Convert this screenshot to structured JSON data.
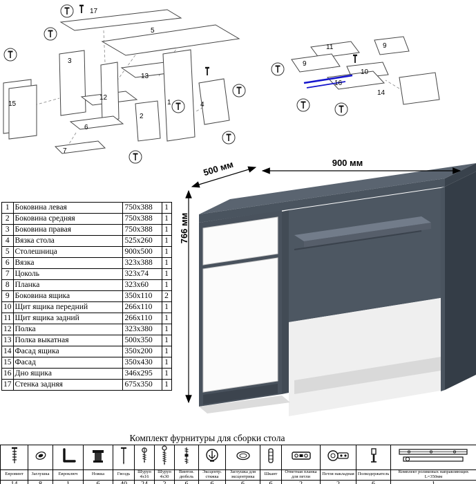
{
  "parts": {
    "rows": [
      {
        "n": "1",
        "name": "Боковина левая",
        "size": "750x388",
        "qty": "1"
      },
      {
        "n": "2",
        "name": "Боковина средняя",
        "size": "750x388",
        "qty": "1"
      },
      {
        "n": "3",
        "name": "Боковина правая",
        "size": "750x388",
        "qty": "1"
      },
      {
        "n": "4",
        "name": "Вязка стола",
        "size": "525x260",
        "qty": "1"
      },
      {
        "n": "5",
        "name": "Столешница",
        "size": "900x500",
        "qty": "1"
      },
      {
        "n": "6",
        "name": "Вязка",
        "size": "323x388",
        "qty": "1"
      },
      {
        "n": "7",
        "name": "Цоколь",
        "size": "323x74",
        "qty": "1"
      },
      {
        "n": "8",
        "name": "Планка",
        "size": "323x60",
        "qty": "1"
      },
      {
        "n": "9",
        "name": "Боковина ящика",
        "size": "350x110",
        "qty": "2"
      },
      {
        "n": "10",
        "name": "Щит ящика передний",
        "size": "266x110",
        "qty": "1"
      },
      {
        "n": "11",
        "name": "Щит ящика задний",
        "size": "266x110",
        "qty": "1"
      },
      {
        "n": "12",
        "name": "Полка",
        "size": "323x380",
        "qty": "1"
      },
      {
        "n": "13",
        "name": "Полка выкатная",
        "size": "500x350",
        "qty": "1"
      },
      {
        "n": "14",
        "name": "Фасад ящика",
        "size": "350x200",
        "qty": "1"
      },
      {
        "n": "15",
        "name": "Фасад",
        "size": "350x430",
        "qty": "1"
      },
      {
        "n": "16",
        "name": "Дно ящика",
        "size": "346x295",
        "qty": "1"
      },
      {
        "n": "17",
        "name": "Стенка задняя",
        "size": "675x350",
        "qty": "1"
      }
    ]
  },
  "desk": {
    "width_label": "900 мм",
    "depth_label": "500 мм",
    "height_label": "766 мм",
    "body_color": "#49525d",
    "front_color": "#fbfbfb"
  },
  "diagrams": {
    "left": {
      "labels": [
        "17",
        "5",
        "3",
        "13",
        "12",
        "15",
        "6",
        "7",
        "1",
        "4",
        "2"
      ]
    },
    "right": {
      "labels": [
        "11",
        "9",
        "9",
        "10",
        "16",
        "14"
      ]
    }
  },
  "hardware": {
    "title": "Комплект фурнитуры для сборки стола",
    "items": [
      {
        "name": "Евровинт",
        "qty": "14",
        "icon": "euro-screw-icon"
      },
      {
        "name": "Заглушка",
        "qty": "8",
        "icon": "plug-icon"
      },
      {
        "name": "Евроключ",
        "qty": "1",
        "icon": "hex-key-icon"
      },
      {
        "name": "Ножка",
        "qty": "6",
        "icon": "leg-icon"
      },
      {
        "name": "Гвоздь",
        "qty": "40",
        "icon": "nail-icon"
      },
      {
        "name": "Шуруп 4x16",
        "qty": "24",
        "icon": "screw-4x16-icon"
      },
      {
        "name": "Шуруп 4x30",
        "qty": "2",
        "icon": "screw-4x30-icon"
      },
      {
        "name": "Винтов. дюбель",
        "qty": "6",
        "icon": "dowel-screw-icon"
      },
      {
        "name": "Эксцентр. стяжка",
        "qty": "6",
        "icon": "cam-lock-icon"
      },
      {
        "name": "Заглушка для эксцентрика",
        "qty": "6",
        "icon": "cam-plug-icon"
      },
      {
        "name": "Шкант",
        "qty": "6",
        "icon": "dowel-icon"
      },
      {
        "name": "Ответная планка для петли",
        "qty": "2",
        "icon": "hinge-plate-icon"
      },
      {
        "name": "Петля накладная",
        "qty": "2",
        "icon": "hinge-icon"
      },
      {
        "name": "Полкодержатель",
        "qty": "6",
        "icon": "shelf-support-icon"
      },
      {
        "name": "Комплект роликовых направляющих L=350мм",
        "qty": "1",
        "icon": "roller-guides-icon"
      }
    ]
  }
}
